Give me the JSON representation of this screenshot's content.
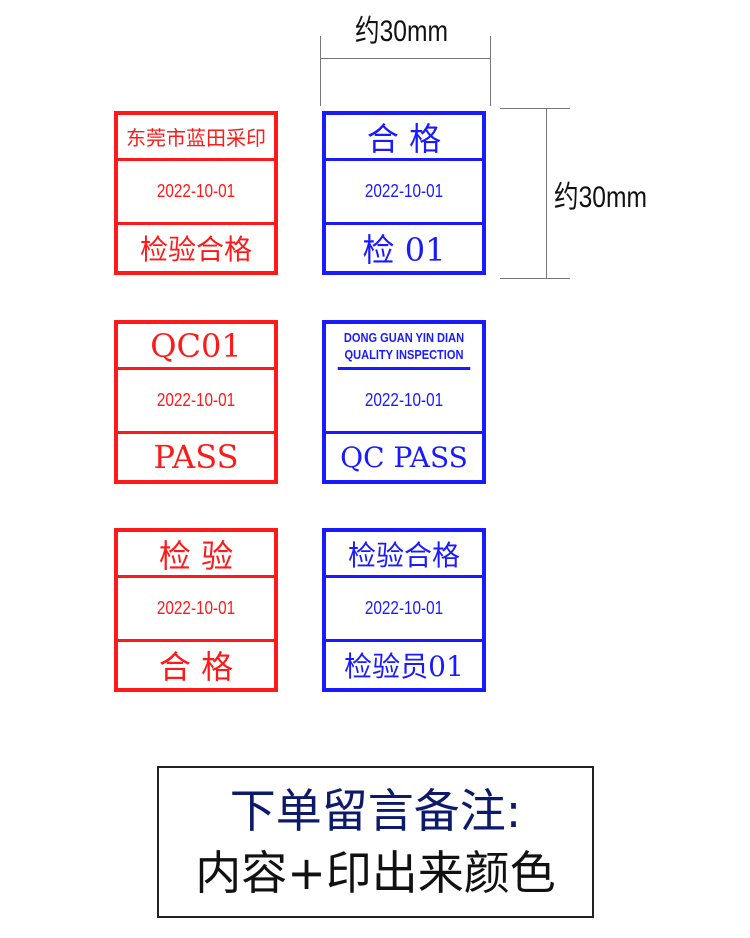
{
  "dimensions": {
    "width_label": "约30mm",
    "height_label": "约30mm"
  },
  "colors": {
    "red": "#ff1a1a",
    "blue": "#1a1aff",
    "note_title": "#0d1a6b"
  },
  "stamps": [
    {
      "color": "red",
      "top": "东莞市蓝田采印",
      "date": "2022-10-01",
      "bottom": "检验合格"
    },
    {
      "color": "blue",
      "top": "合 格",
      "date": "2022-10-01",
      "bottom": "检 01"
    },
    {
      "color": "red",
      "top": "QC01",
      "date": "2022-10-01",
      "bottom": "PASS"
    },
    {
      "color": "blue",
      "top_line1": "DONG GUAN YIN DIAN",
      "top_line2": "QUALITY INSPECTION",
      "date": "2022-10-01",
      "bottom": "QC PASS"
    },
    {
      "color": "red",
      "top": "检 验",
      "date": "2022-10-01",
      "bottom": "合 格"
    },
    {
      "color": "blue",
      "top": "检验合格",
      "date": "2022-10-01",
      "bottom": "检验员01"
    }
  ],
  "note": {
    "line1": "下单留言备注:",
    "line2": "内容+印出来颜色"
  }
}
